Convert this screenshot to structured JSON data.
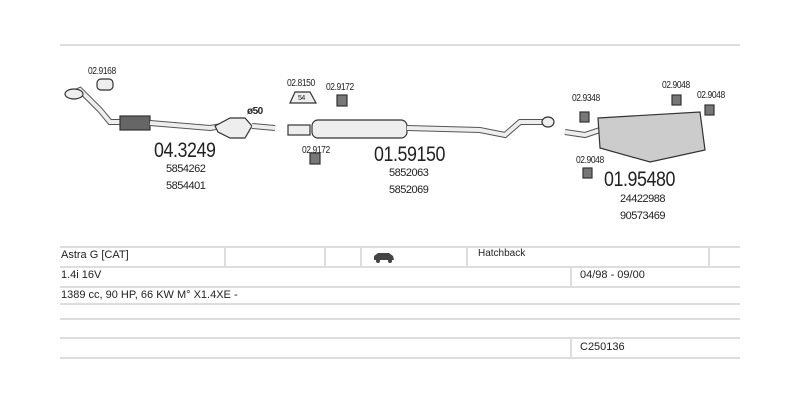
{
  "diagram": {
    "parts": [
      {
        "number": "04.3249",
        "oem": [
          "5854262",
          "5854401"
        ]
      },
      {
        "number": "01.59150",
        "oem": [
          "5852063",
          "5852069"
        ]
      },
      {
        "number": "01.95480",
        "oem": [
          "24422988",
          "90573469"
        ]
      }
    ],
    "accessories": [
      "02.9168",
      "02.8150",
      "02.9172",
      "02.9172",
      "02.9348",
      "02.9048",
      "02.9048",
      "02.9048"
    ],
    "diameter_label": "ø50",
    "clamp_label": "54"
  },
  "vehicle": {
    "model": "Astra G  [CAT]",
    "body": "Hatchback",
    "engine": "1.4i 16V",
    "years": "04/98 - 09/00",
    "specs": "1389 cc, 90 HP, 66 KW M° X1.4XE -",
    "code": "C250136",
    "body_icon": "car-icon"
  }
}
